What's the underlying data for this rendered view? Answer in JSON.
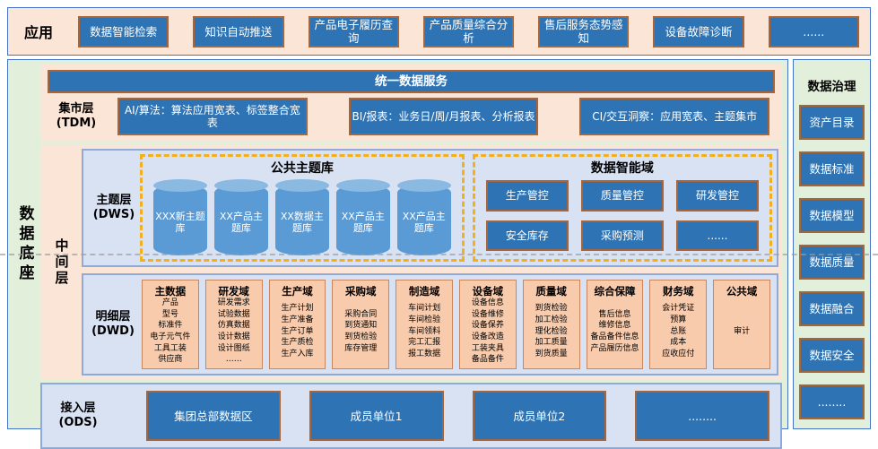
{
  "app_row": {
    "label": "应用",
    "buttons": [
      "数据智能检索",
      "知识自动推送",
      "产品电子履历查询",
      "产品质量综合分析",
      "售后服务态势感知",
      "设备故障诊断",
      "......"
    ]
  },
  "foundation": {
    "label": "数据底座",
    "tdm": {
      "layer_name": "集市层",
      "layer_code": "(TDM)",
      "service_bar": "统一数据服务",
      "items": [
        "AI/算法：算法应用宽表、标签整合宽表",
        "BI/报表：业务日/周/月报表、分析报表",
        "CI/交互洞察：应用宽表、主题集市"
      ]
    },
    "middle": {
      "label": "中间层",
      "dws": {
        "layer_name": "主题层",
        "layer_code": "(DWS)",
        "common_theme": {
          "title": "公共主题库",
          "cylinders": [
            "XXX新主题库",
            "XX产品主题库",
            "XX数据主题库",
            "XX产品主题库",
            "XX产品主题库"
          ]
        },
        "intelligence": {
          "title": "数据智能域",
          "buttons": [
            "生产管控",
            "质量管控",
            "研发管控",
            "安全库存",
            "采购预测",
            "......"
          ]
        }
      },
      "dwd": {
        "layer_name": "明细层",
        "layer_code": "(DWD)",
        "columns": [
          {
            "title": "主数据",
            "items": [
              "产品",
              "型号",
              "标准件",
              "电子元气件",
              "工具工装",
              "供应商"
            ]
          },
          {
            "title": "研发域",
            "items": [
              "研发需求",
              "试验数据",
              "仿真数据",
              "设计数据",
              "设计图纸",
              "……"
            ]
          },
          {
            "title": "生产域",
            "items": [
              "生产计划",
              "生产准备",
              "生产订单",
              "生产质检",
              "生产入库"
            ]
          },
          {
            "title": "采购域",
            "items": [
              "采购合同",
              "到货通知",
              "到货检验",
              "库存管理"
            ]
          },
          {
            "title": "制造域",
            "items": [
              "车间计划",
              "车间检验",
              "车间领料",
              "完工汇报",
              "报工数据"
            ]
          },
          {
            "title": "设备域",
            "items": [
              "设备信息",
              "设备维修",
              "设备保养",
              "设备改造",
              "工装夹具",
              "备品备件"
            ]
          },
          {
            "title": "质量域",
            "items": [
              "到货检验",
              "加工检验",
              "理化检验",
              "加工质量",
              "到货质量"
            ]
          },
          {
            "title": "综合保障",
            "items": [
              "售后信息",
              "维修信息",
              "备品备件信息",
              "产品履历信息"
            ]
          },
          {
            "title": "财务域",
            "items": [
              "会计凭证",
              "预算",
              "总账",
              "成本",
              "应收应付"
            ]
          },
          {
            "title": "公共域",
            "items": [
              "审计"
            ]
          }
        ]
      }
    },
    "ods": {
      "layer_name": "接入层",
      "layer_code": "(ODS)",
      "boxes": [
        "集团总部数据区",
        "成员单位1",
        "成员单位2",
        "........"
      ]
    }
  },
  "governance": {
    "title": "数据治理",
    "items": [
      "资产目录",
      "数据标准",
      "数据模型",
      "数据质量",
      "数据融合",
      "数据安全",
      "........"
    ]
  },
  "colors": {
    "node_blue": "#2e74b5",
    "node_border_brown": "#a9653a",
    "panel_peach": "#fbe5d6",
    "panel_green": "#e2efda",
    "panel_light_blue": "#d9e2f3",
    "panel_blue_border": "#8eaadb",
    "outer_border_blue": "#4472c4",
    "card_peach": "#f8cbad",
    "dashed_yellow": "#f2b01e",
    "cylinder_blue": "#5b9bd5",
    "cylinder_top_blue": "#8ab9e2",
    "divider_gray": "#9b9b9b"
  }
}
